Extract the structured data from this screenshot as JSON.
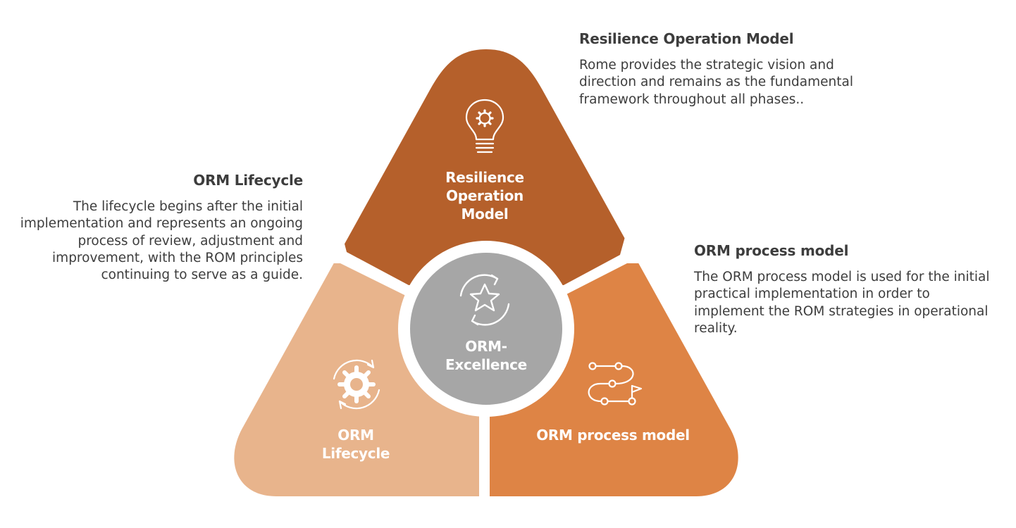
{
  "diagram": {
    "segments": {
      "top": {
        "label": "Resilience\nOperation\nModel",
        "color": "#b5602b",
        "icon": "lightbulb-gear-icon"
      },
      "left": {
        "label": "ORM\nLifecycle",
        "color": "#e8b48c",
        "icon": "cycle-gear-icon"
      },
      "right": {
        "label": "ORM process model",
        "color": "#de8445",
        "icon": "process-path-icon"
      }
    },
    "center": {
      "label": "ORM-\nExcellence",
      "color": "#a6a6a6",
      "icon": "star-cycle-icon"
    }
  },
  "descriptions": {
    "top": {
      "title": "Resilience Operation Model",
      "text": "Rome provides the strategic vision and direction and remains as the fundamental framework throughout all phases.."
    },
    "left": {
      "title": "ORM Lifecycle",
      "text": "The lifecycle begins after the initial implementation and represents an ongoing process of review, adjustment and improvement, with the ROM principles continuing to serve as a guide."
    },
    "right": {
      "title": "ORM process model",
      "text": "The ORM process model is used for the initial practical implementation in order to implement the ROM strategies in operational reality."
    }
  }
}
